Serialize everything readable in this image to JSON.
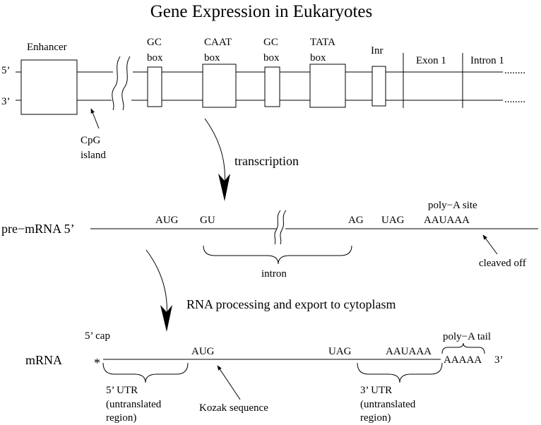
{
  "title": "Gene Expression in Eukaryotes",
  "gene": {
    "strand_top": "5’",
    "strand_bottom": "3’",
    "enhancer": "Enhancer",
    "gc_box_1": [
      "GC",
      "box"
    ],
    "caat_box": [
      "CAAT",
      "box"
    ],
    "gc_box_2": [
      "GC",
      "box"
    ],
    "tata_box": [
      "TATA",
      "box"
    ],
    "inr": "Inr",
    "exon1": "Exon 1",
    "intron1": "Intron 1",
    "cpg_island": [
      "CpG",
      "island"
    ],
    "continuation": "........"
  },
  "step1": "transcription",
  "pre_mrna": {
    "label": "pre−mRNA 5’",
    "aug": "AUG",
    "gu": "GU",
    "ag": "AG",
    "uag": "UAG",
    "polya_site": "poly−A site",
    "aauaaa": "AAUAAA",
    "intron": "intron",
    "cleaved_off": "cleaved off"
  },
  "step2": "RNA processing and export to cytoplasm",
  "mrna": {
    "label": "mRNA",
    "cap": "5’ cap",
    "cap_symbol": "*",
    "aug": "AUG",
    "uag": "UAG",
    "aauaaa": "AAUAAA",
    "polya_tail_label": "poly−A tail",
    "polya_tail": "AAAAA",
    "three_prime": "3’",
    "utr5": [
      "5’ UTR",
      "(untranslated",
      "region)"
    ],
    "kozak": "Kozak sequence",
    "utr3": [
      "3’ UTR",
      "(untranslated",
      "region)"
    ]
  }
}
